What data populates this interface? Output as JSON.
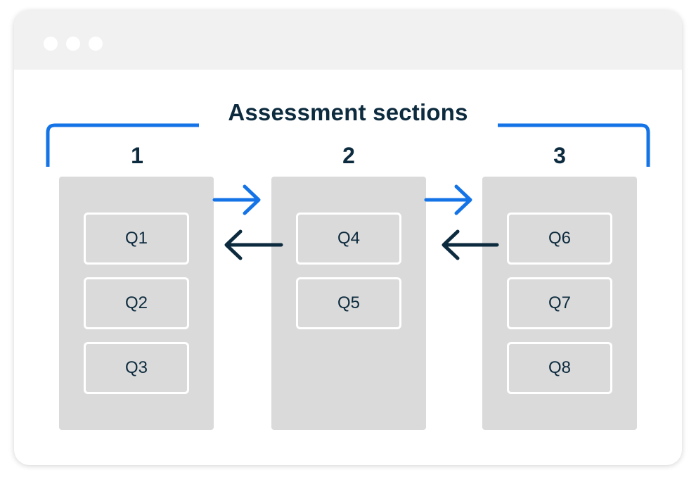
{
  "diagram": {
    "title": "Assessment sections",
    "sections": [
      {
        "number": "1",
        "questions": [
          "Q1",
          "Q2",
          "Q3"
        ]
      },
      {
        "number": "2",
        "questions": [
          "Q4",
          "Q5"
        ]
      },
      {
        "number": "3",
        "questions": [
          "Q6",
          "Q7",
          "Q8"
        ]
      }
    ]
  },
  "colors": {
    "accent_blue": "#1473e6",
    "dark_navy": "#0d2b3e",
    "column_gray": "#dadada",
    "titlebar_gray": "#f1f1f1"
  },
  "icons": [
    "window-dot",
    "forward-arrow-icon",
    "back-arrow-icon"
  ]
}
